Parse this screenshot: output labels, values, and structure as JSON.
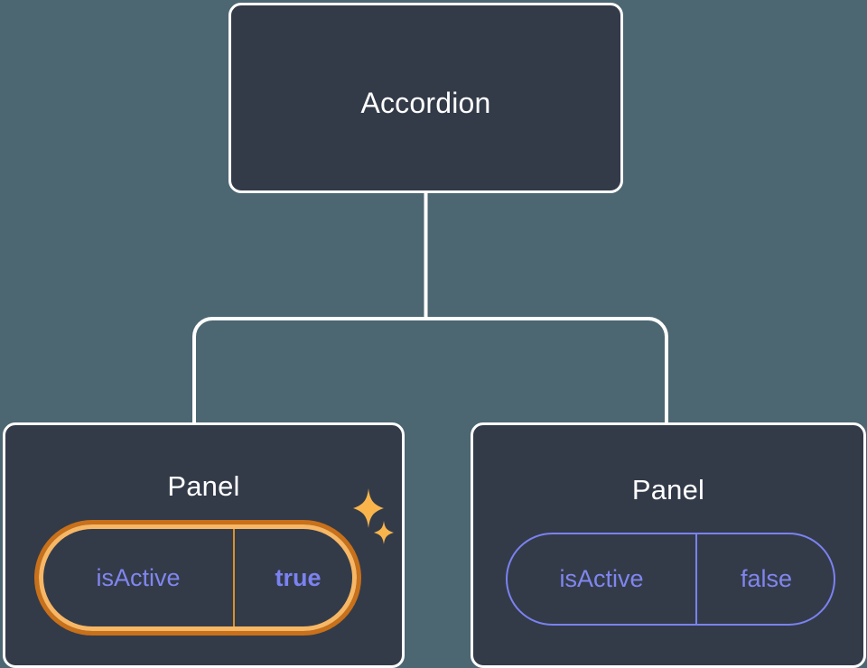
{
  "diagram": {
    "type": "component-tree",
    "background_color": "#4c6672",
    "node_fill_color": "#333b49",
    "node_border_color": "#ffffff",
    "edge_color": "#ffffff",
    "root": {
      "label": "Accordion"
    },
    "children": [
      {
        "label": "Panel",
        "highlighted": true,
        "prop": {
          "key": "isActive",
          "value": "true",
          "border_color": "#f7b765",
          "outer_glow_color": "#c8701a",
          "key_color": "#8086ee",
          "value_color": "#7b82f0",
          "divider_color": "#d9902f"
        },
        "sparkles": [
          {
            "name": "sparkle-large",
            "color": "#f9b54c"
          },
          {
            "name": "sparkle-small",
            "color": "#f9b54c"
          }
        ]
      },
      {
        "label": "Panel",
        "highlighted": false,
        "prop": {
          "key": "isActive",
          "value": "false",
          "border_color": "#7b82f0",
          "key_color": "#8086ee",
          "value_color": "#8086ee",
          "divider_color": "#7b82f0"
        }
      }
    ]
  }
}
